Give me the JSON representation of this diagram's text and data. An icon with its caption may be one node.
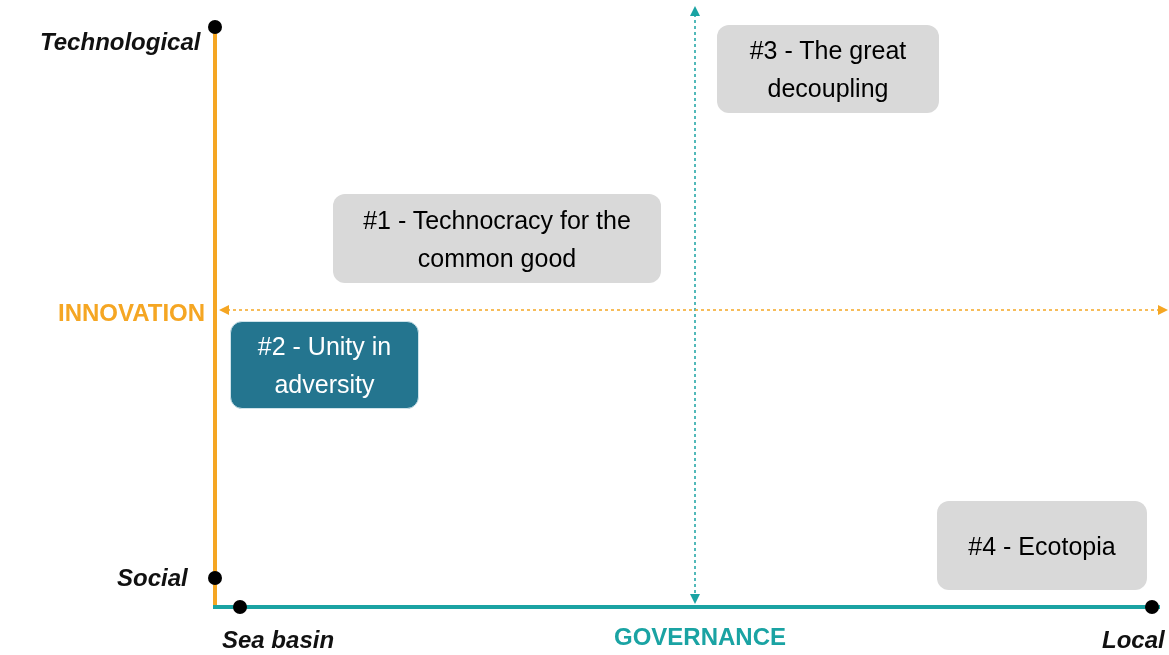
{
  "diagram": {
    "nodes": [
      {
        "text": [
          "#3 - The great decoupling"
        ]
      },
      {
        "text": [
          "#1 - Technocracy for the common good"
        ]
      },
      {
        "text": [
          "#2 - Unity in adversity"
        ]
      },
      {
        "text": [
          "#4 - Ecotopia"
        ]
      }
    ],
    "labels": [
      "Technological",
      "INNOVATION",
      "Social",
      "Sea basin",
      "GOVERNANCE",
      "Local"
    ]
  }
}
